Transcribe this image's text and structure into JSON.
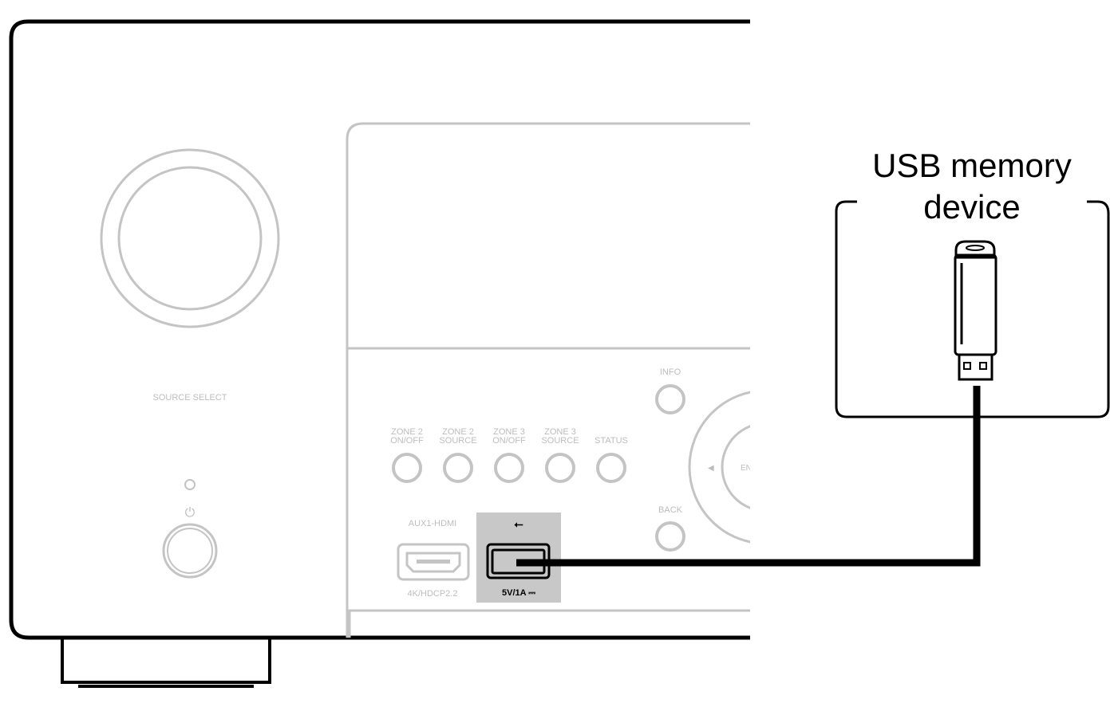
{
  "device_label": {
    "line1": "USB memory",
    "line2": "device"
  },
  "front_panel": {
    "source_select": "SOURCE SELECT",
    "info": "INFO",
    "back": "BACK",
    "enter_partial": "EN",
    "left_arrow": "◀",
    "power_symbol": "⏻",
    "zone_buttons": [
      {
        "line1": "ZONE 2",
        "line2": "ON/OFF"
      },
      {
        "line1": "ZONE 2",
        "line2": "SOURCE"
      },
      {
        "line1": "ZONE 3",
        "line2": "ON/OFF"
      },
      {
        "line1": "ZONE 3",
        "line2": "SOURCE"
      },
      {
        "line1": "",
        "line2": "STATUS"
      }
    ],
    "hdmi_top": "AUX1-HDMI",
    "hdmi_bottom": "4K/HDCP2.2",
    "usb_rating": "5V/1A ⎓",
    "usb_symbol": "⭠"
  },
  "colors": {
    "outline": "#000000",
    "faded": "#bdbdbd",
    "usb_panel": "#c8c8c8"
  }
}
